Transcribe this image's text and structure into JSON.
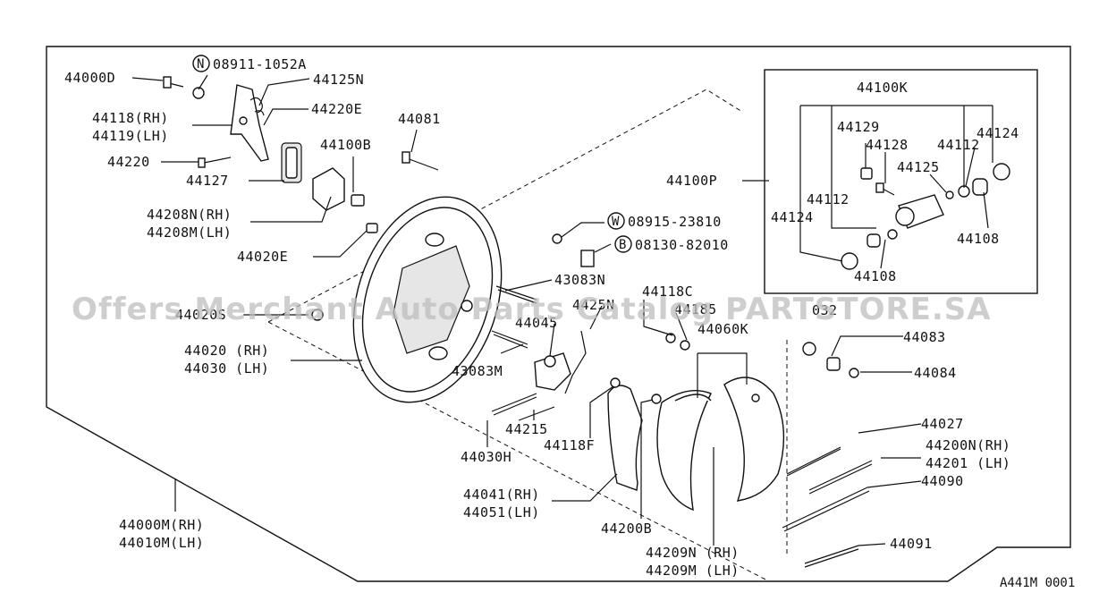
{
  "diagram": {
    "watermark": "Offers Merchant Auto Parts Catalog PARTSTORE.SA",
    "figure_code": "A441M 0001",
    "labels": {
      "44000D": "44000D",
      "n_bolt": "08911-1052A",
      "n_mark": "N",
      "44125N": "44125N",
      "44118": "44118(RH)",
      "44119": "44119(LH)",
      "44220E": "44220E",
      "44081": "44081",
      "44220": "44220",
      "44100B": "44100B",
      "44127": "44127",
      "44208N": "44208N(RH)",
      "44208M": "44208M(LH)",
      "44020E": "44020E",
      "44020S": "44020S",
      "44020": "44020 (RH)",
      "44030": "44030 (LH)",
      "w_bolt": "08915-23810",
      "w_mark": "W",
      "b_bolt": "08130-82010",
      "b_mark": "B",
      "43083N": "43083N",
      "44118C": "44118C",
      "44185": "44185",
      "44060K": "44060K",
      "44045": "44045",
      "4425N": "4425N",
      "43083M": "43083M",
      "44215": "44215",
      "44118F": "44118F",
      "44030H": "44030H",
      "44032": "032",
      "44083": "44083",
      "44084": "44084",
      "44027": "44027",
      "44200N": "44200N(RH)",
      "44201": "44201  (LH)",
      "44090": "44090",
      "44041": "44041(RH)",
      "44051": "44051(LH)",
      "44200B": "44200B",
      "44209N": "44209N (RH)",
      "44209M": "44209M (LH)",
      "44091": "44091",
      "44000M": "44000M(RH)",
      "44010M": "44010M(LH)",
      "44100K": "44100K",
      "44129": "44129",
      "44124a": "44124",
      "44128": "44128",
      "44112a": "44112",
      "44125": "44125",
      "44100P": "44100P",
      "44112b": "44112",
      "44124b": "44124",
      "44108a": "44108",
      "44108b": "44108"
    }
  }
}
